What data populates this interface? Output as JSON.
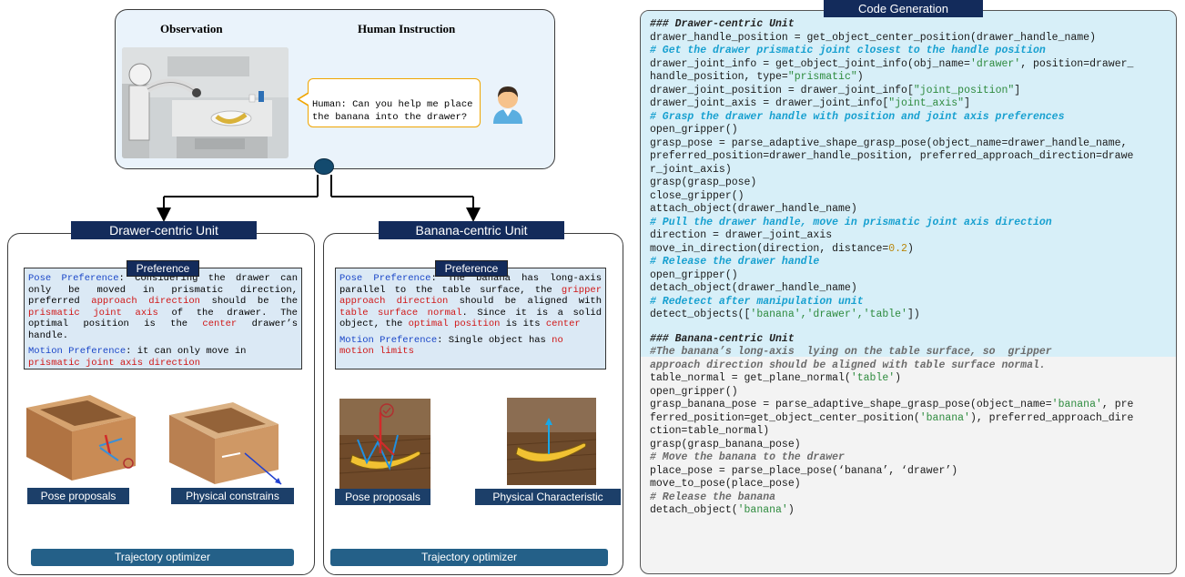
{
  "colors": {
    "navy": "#132b5b",
    "optimizer": "#246088",
    "red": "#d01616",
    "blue": "#1a46c8",
    "code_comment": "#17a0d0",
    "code_string": "#2e8b3e"
  },
  "top": {
    "observation_title": "Observation",
    "instruction_title": "Human Instruction",
    "human_message": "Human: Can you help me place\nthe banana into the drawer?"
  },
  "drawer_unit": {
    "title": "Drawer-centric Unit",
    "preference_tag": "Preference",
    "pose_label": "Pose Preference",
    "pose_t1": ": Considering the drawer can only be moved in prismatic direction, preferred ",
    "pose_r1": "approach direction",
    "pose_t2": " should be the ",
    "pose_r2": "prismatic joint axis",
    "pose_t3": " of the drawer. The optimal position is the ",
    "pose_r3": "center",
    "pose_t4": " drawer’s handle.",
    "motion_label": "Motion Preference",
    "motion_t1": ": it can only move in ",
    "motion_r1": "prismatic joint axis direction",
    "chip_left": "Pose proposals",
    "chip_right": "Physical constrains",
    "optimizer": "Trajectory optimizer"
  },
  "banana_unit": {
    "title": "Banana-centric Unit",
    "preference_tag": "Preference",
    "pose_label": "Pose Preference",
    "pose_t1": ": The banana has long-axis parallel to the table surface, the ",
    "pose_r1": "gripper approach direction",
    "pose_t2": " should be aligned with ",
    "pose_r2": "table surface normal",
    "pose_t3": ". Since it is a solid object, the ",
    "pose_r3": "optimal position",
    "pose_t4": " is its ",
    "pose_r4": "center",
    "motion_label": "Motion Preference",
    "motion_t1": ": Single object has ",
    "motion_r1": "no motion limits",
    "chip_left": "Pose proposals",
    "chip_right": "Physical Characteristic",
    "optimizer": "Trajectory optimizer"
  },
  "code": {
    "tab": "Code Generation",
    "drawer_header": "### Drawer-centric Unit",
    "l1": "drawer_handle_position = get_object_center_position(drawer_handle_name)",
    "c1": "# Get the drawer prismatic joint closest to the handle position",
    "l2a": "drawer_joint_info = get_object_joint_info(obj_name=",
    "l2s": "'drawer'",
    "l2b": ", position=drawer_",
    "l3a": "handle_position, type=",
    "l3s": "\"prismatic\"",
    "l3b": ")",
    "l4a": "drawer_joint_position = drawer_joint_info[",
    "l4s": "\"joint_position\"",
    "l4b": "]",
    "l5a": "drawer_joint_axis = drawer_joint_info[",
    "l5s": "\"joint_axis\"",
    "l5b": "]",
    "c2": "# Grasp the drawer handle with position and joint axis preferences",
    "l6": "open_gripper()",
    "l7": "grasp_pose = parse_adaptive_shape_grasp_pose(object_name=drawer_handle_name,",
    "l8": "preferred_position=drawer_handle_position, preferred_approach_direction=drawe",
    "l9": "r_joint_axis)",
    "l10": "grasp(grasp_pose)",
    "l11": "close_gripper()",
    "l12": "attach_object(drawer_handle_name)",
    "c3": "# Pull the drawer handle, move in prismatic joint axis direction",
    "l13": "direction = drawer_joint_axis",
    "l14a": "move_in_direction(direction, distance=",
    "l14n": "0.2",
    "l14b": ")",
    "c4": "# Release the drawer handle",
    "l15": "open_gripper()",
    "l16": "detach_object(drawer_handle_name)",
    "c5": "# Redetect after manipulation unit",
    "l17a": "detect_objects([",
    "l17s": "'banana','drawer','table'",
    "l17b": "])",
    "banana_header": "### Banana-centric Unit",
    "b_c1": "#The banana’s long-axis  lying on the table surface, so  gripper",
    "b_c2": "approach direction should be aligned with table surface normal.",
    "b1a": "table_normal = get_plane_normal(",
    "b1s": "'table'",
    "b1b": ")",
    "b2": "open_gripper()",
    "b3a": "grasp_banana_pose = parse_adaptive_shape_grasp_pose(object_name=",
    "b3s": "'banana'",
    "b3b": ", pre",
    "b4a": "ferred_position=get_object_center_position(",
    "b4s": "'banana'",
    "b4b": "), preferred_approach_dire",
    "b5": "ction=table_normal)",
    "b6": "grasp(grasp_banana_pose)",
    "b_c3": "# Move the banana to the drawer",
    "b7a": "place_pose = parse_place_pose(",
    "b7s": "‘banana’, ‘drawer’",
    "b7b": ")",
    "b8": "move_to_pose(place_pose)",
    "b_c4": "# Release the banana",
    "b9a": "detach_object(",
    "b9s": "'banana'",
    "b9b": ")"
  }
}
